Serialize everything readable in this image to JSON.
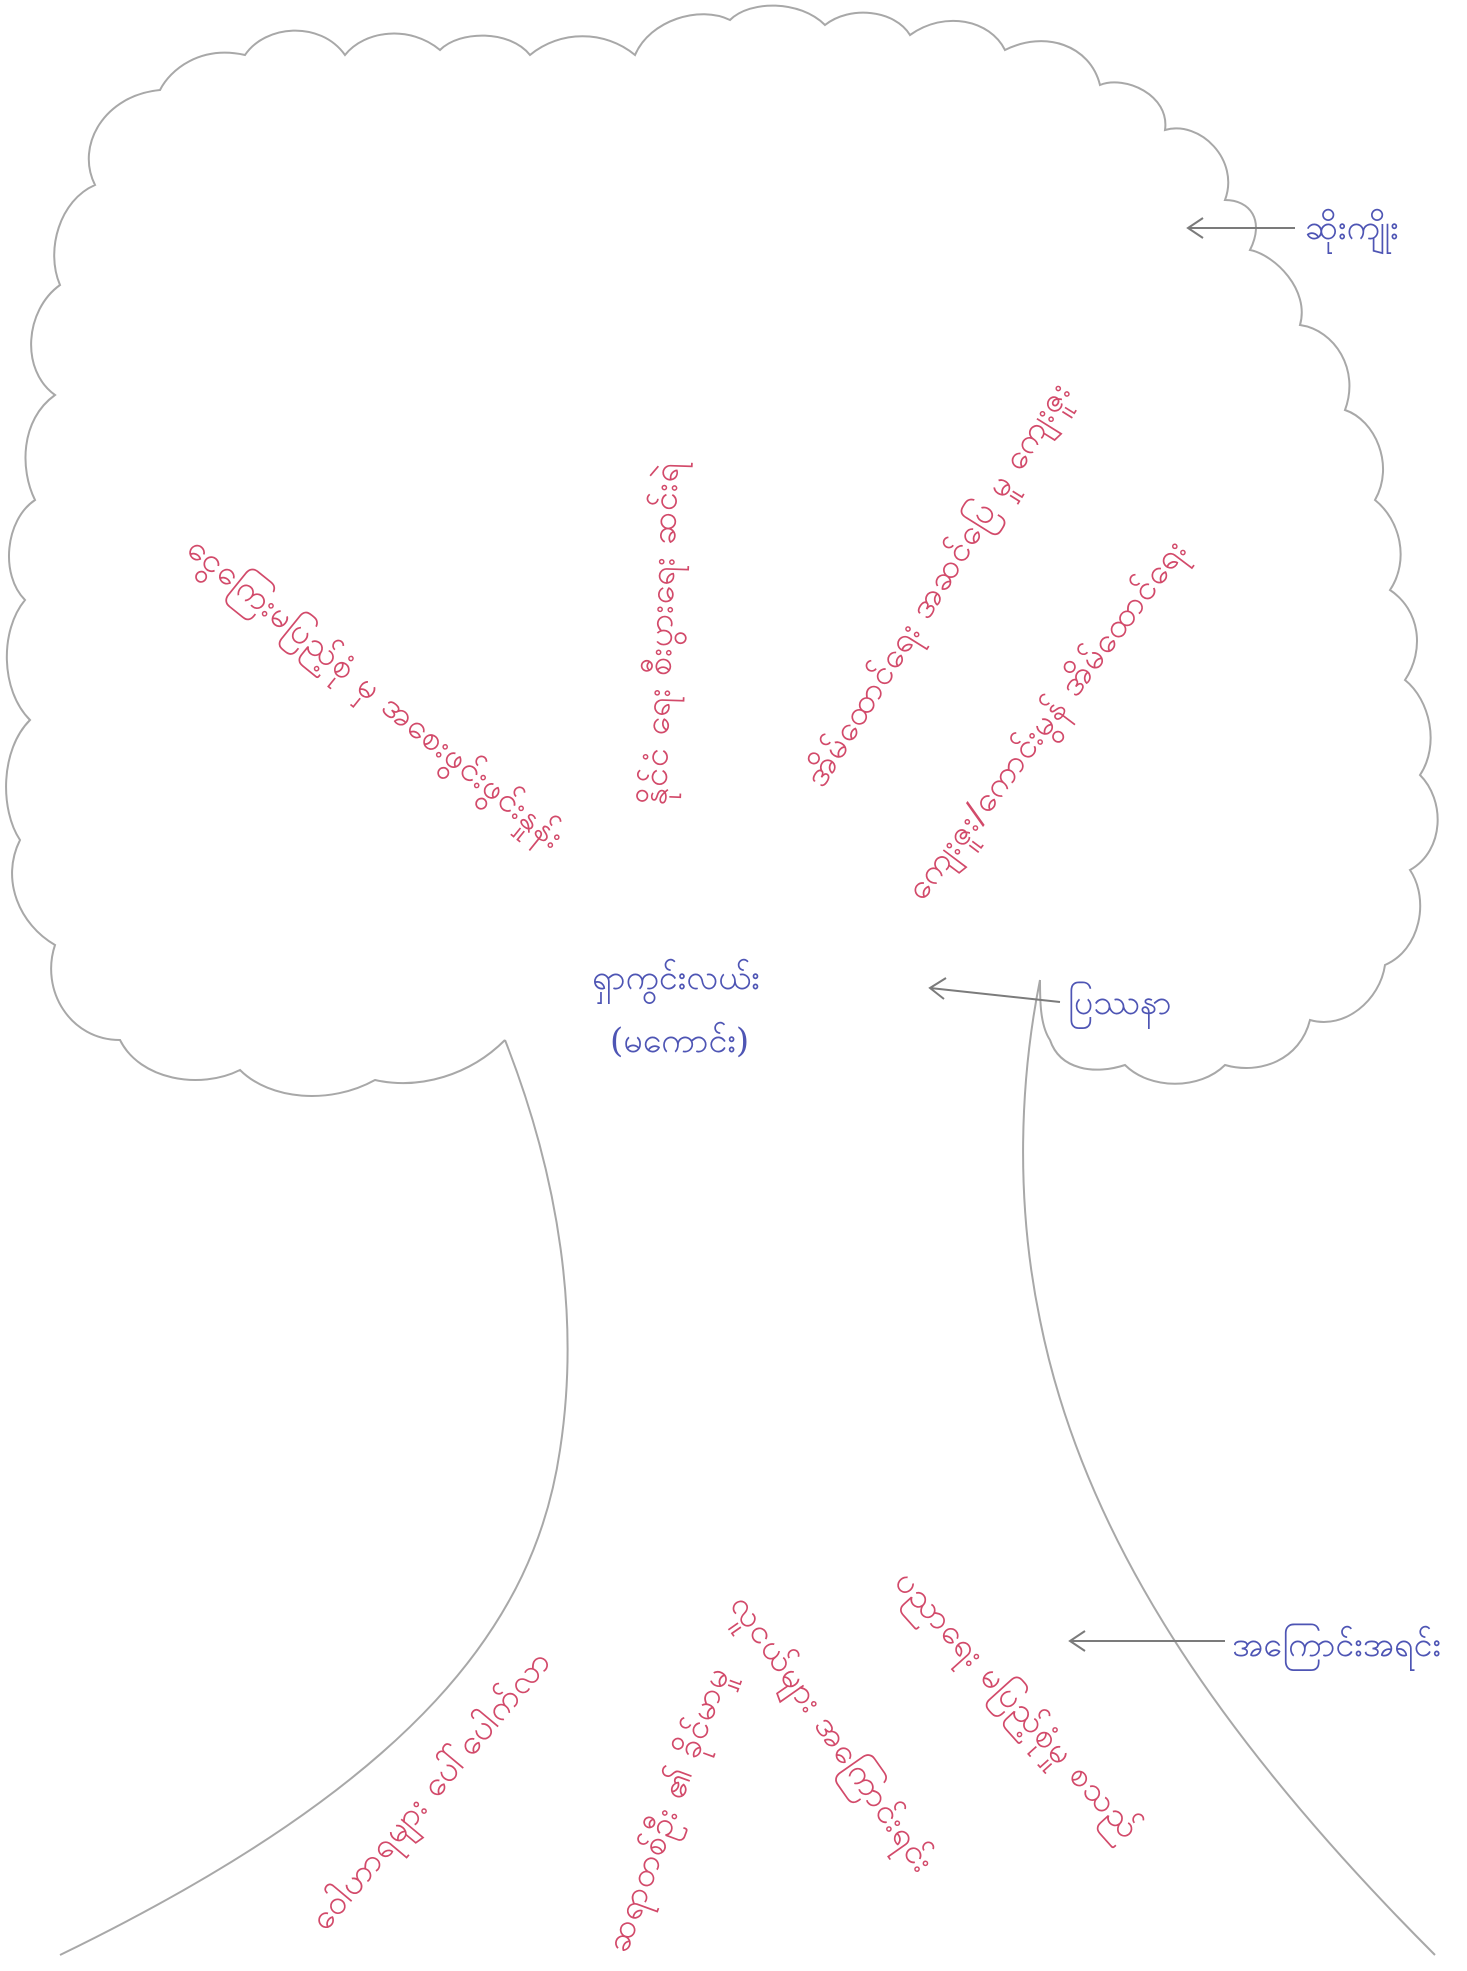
{
  "labels": {
    "leaves": "ဆိုးကျိုး",
    "trunk": "ပြဿနာ",
    "roots": "အကြောင်းအရင်း"
  },
  "problem": {
    "line1": "ရှာကွင်းလယ်း",
    "line2": "(မကောင်း)"
  },
  "effects": [
    "ငွေကြေးမပြည့်စုံ မှ အစေးဖွင်းဖွင်းနှုန်း",
    "နိုင်ငံ ရေး စီးပွားရေး ဆင်းရဲ",
    "အိမ်ထောင်ရေး အဆင်ပြေ မှု ကျေးဇူး",
    "ကျေးဇူး/ကောင်းမွန် အိမ်ထောင်ရေး"
  ],
  "causes": [
    "ဝေါဟာရများ ပေါ်ပေါက်လာ",
    "ဆရာတစ်ဦး ၏ ခိုင်မာမှု",
    "လူငယ်များ အကြောင်းရင်း",
    "ပညာရေး မပြည့်စုံမှု စသည်"
  ],
  "colors": {
    "outline": "#a8a8a8",
    "effect_text": "#d24a6a",
    "label_text": "#4e55b4"
  }
}
